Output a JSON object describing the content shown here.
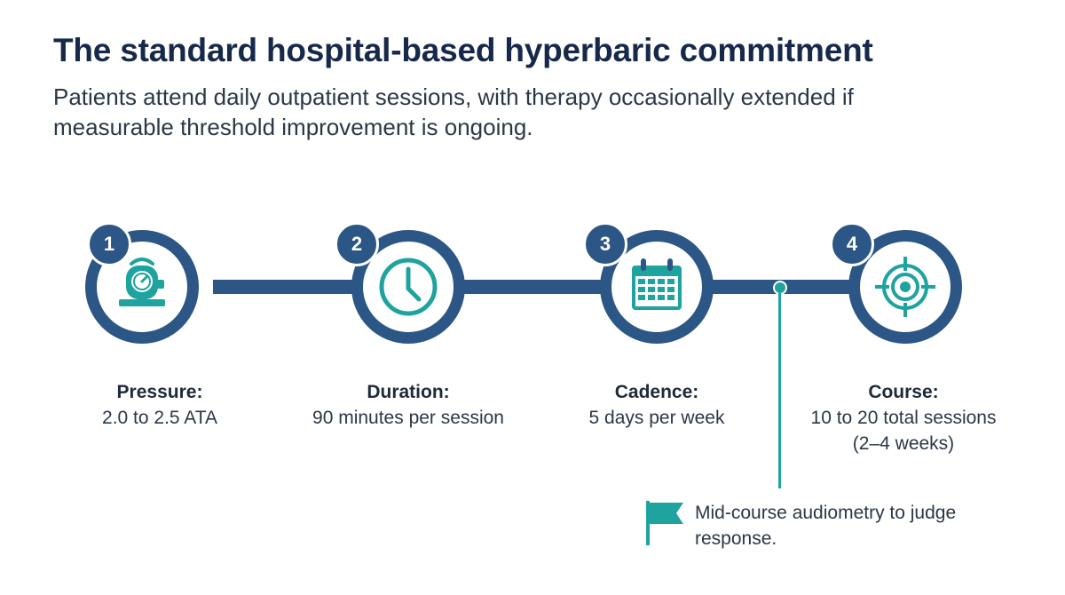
{
  "title": "The standard hospital-based hyperbaric commitment",
  "subtitle": "Patients attend daily outpatient sessions, with therapy occasionally extended if measurable threshold improvement is ongoing.",
  "colors": {
    "primary": "#2b5686",
    "accent": "#1ea39f",
    "title": "#16294a"
  },
  "steps": [
    {
      "number": "1",
      "icon": "pressure-gauge-icon",
      "heading": "Pressure:",
      "body": "2.0 to 2.5 ATA"
    },
    {
      "number": "2",
      "icon": "clock-icon",
      "heading": "Duration:",
      "body": "90 minutes per session"
    },
    {
      "number": "3",
      "icon": "calendar-icon",
      "heading": "Cadence:",
      "body": "5 days per week"
    },
    {
      "number": "4",
      "icon": "target-icon",
      "heading": "Course:",
      "body": "10 to 20 total sessions (2–4 weeks)"
    }
  ],
  "milestone": {
    "icon": "flag-icon",
    "text": "Mid-course audiometry to judge response."
  }
}
